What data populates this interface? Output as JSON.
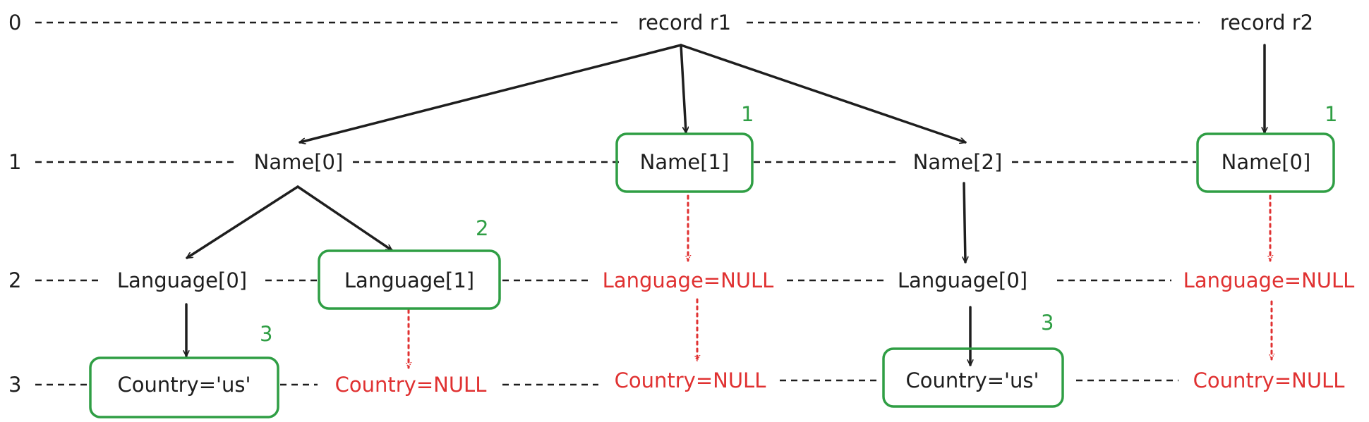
{
  "colors": {
    "ink": "#1e1e1e",
    "null": "#e03131",
    "highlight": "#2f9e44"
  },
  "levels": [
    "0",
    "1",
    "2",
    "3"
  ],
  "records": {
    "r1": "record r1",
    "r2": "record r2"
  },
  "nodes": {
    "r1_name0": "Name[0]",
    "r1_name1": "Name[1]",
    "r1_name2": "Name[2]",
    "r2_name0": "Name[0]",
    "r1_name0_lang0": "Language[0]",
    "r1_name0_lang1": "Language[1]",
    "r1_name1_lang_null": "Language=NULL",
    "r1_name2_lang0": "Language[0]",
    "r2_name0_lang_null": "Language=NULL",
    "r1_name0_lang0_country": "Country='us'",
    "r1_name0_lang1_country_null": "Country=NULL",
    "r1_name1_country_null": "Country=NULL",
    "r1_name2_lang0_country": "Country='us'",
    "r2_name0_country_null": "Country=NULL"
  },
  "repetition_levels": {
    "r1_name1": "1",
    "r2_name0": "1",
    "r1_name0_lang1": "2",
    "r1_name0_lang0_country": "3",
    "r1_name2_lang0_country": "3"
  }
}
